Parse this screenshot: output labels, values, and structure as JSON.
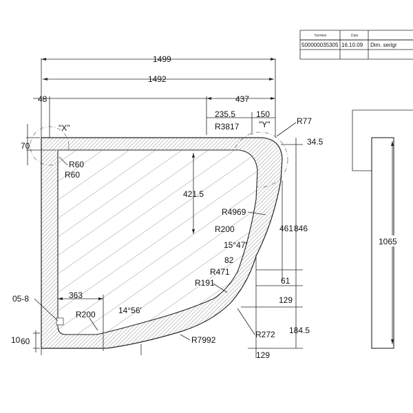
{
  "title_block": {
    "col1_header": "Number",
    "col2_header": "Date",
    "number": "500000035305",
    "date": "16.10.09",
    "note": "Dim. serigr"
  },
  "dimensions": {
    "overall_width": "1499",
    "inner_width": "1492",
    "left_offset": "48",
    "right_section": "437",
    "right_sub_a": "235.5",
    "right_sub_b": "150",
    "radius_r77": "R77",
    "radius_r3817": "R3817",
    "detail_x": "\"X\"",
    "detail_y": "\"Y\"",
    "left_70": "70",
    "right_34_5": "34.5",
    "radius_r60_a": "R60",
    "radius_r60_b": "R60",
    "inner_height": "421.5",
    "radius_r4969": "R4969",
    "radius_r200_right": "R200",
    "angle_15_47": "15°47'",
    "dim_82": "82",
    "radius_r471": "R471",
    "radius_r191": "R191",
    "dim_461": "461",
    "dim_846": "846",
    "dim_61": "61",
    "dim_129": "129",
    "bottom_363": "363",
    "left_05_8": "05-8",
    "radius_r200_bottom": "R200",
    "angle_14_56": "14°56'",
    "radius_r272": "R272",
    "dim_184_5": "184.5",
    "radius_r7992": "R7992",
    "dim_60": "60",
    "dim_10": "10",
    "side_view_height": "1065",
    "partial_bottom": "129"
  }
}
